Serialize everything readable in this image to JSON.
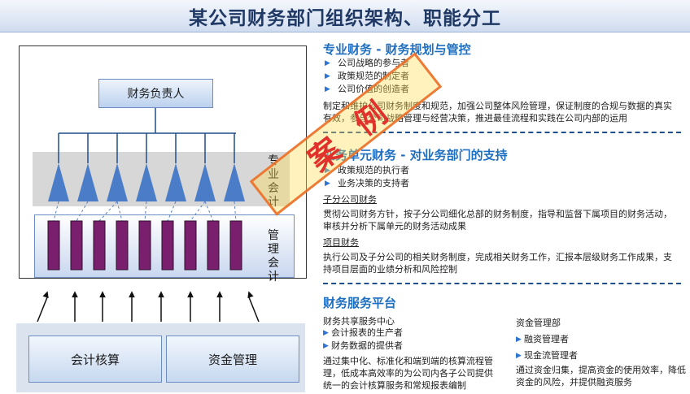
{
  "title": "某公司财务部门组织架构、职能分工",
  "diagram": {
    "head": "财务负责人",
    "professional_label": "专业会计",
    "management_label": "管理会计",
    "bottom_left": "会计核算",
    "bottom_right": "资金管理"
  },
  "stamp": "案例",
  "sections": {
    "professional": {
      "title": "专业财务 - 财务规划与管控",
      "bullets": [
        "公司战略的参与者",
        "政策规范的制定者",
        "公司价值的创造者"
      ],
      "description": [
        "制定和维护公司财务制度和规范，加强公司整体风险管理，保证制度的合规与数据的真实",
        "有效，参与公司战略管理与经营决策，推进最佳流程和实践在公司内部的运用"
      ]
    },
    "business": {
      "title": "业务单元财务 - 对业务部门的支持",
      "bullets": [
        "政策规范的执行者",
        "业务决策的支持者"
      ],
      "sub1_title": "子分公司财务",
      "sub1_text": [
        "贯彻公司财务方针，按子分公司细化总部的财务制度，指导和监督下属项目的财务活动，",
        "审核并分析下属单元的财务活动成果"
      ],
      "sub2_title": "项目财务",
      "sub2_text": [
        "执行公司及子分公司的相关财务制度，完成相关财务工作，汇报本层级财务工作成果，支",
        "持项目层面的业绩分析和风险控制"
      ]
    },
    "service": {
      "title": "财务服务平台",
      "left_title": "财务共享服务中心",
      "left_bullets": [
        "会计报表的生产者",
        "财务数据的提供者"
      ],
      "left_text": [
        "通过集中化、标准化和端到端的核算流程管",
        "理，低成本高效率的为公司内各子公司提供",
        "统一的会计核算服务和常规报表编制"
      ],
      "right_title": "资金管理部",
      "right_bullets": [
        "融资管理者",
        "现金流管理者"
      ],
      "right_text": [
        "通过资金归集，提高资金的使用效率，降低",
        "资金的风险，并提供融资服务"
      ]
    }
  },
  "colors": {
    "title_text": "#1f3864",
    "section_title": "#1f6fc1",
    "triangle": "#4a7cc7",
    "column_fill": "#7a1f6e",
    "stamp_text": "#e0322a"
  }
}
